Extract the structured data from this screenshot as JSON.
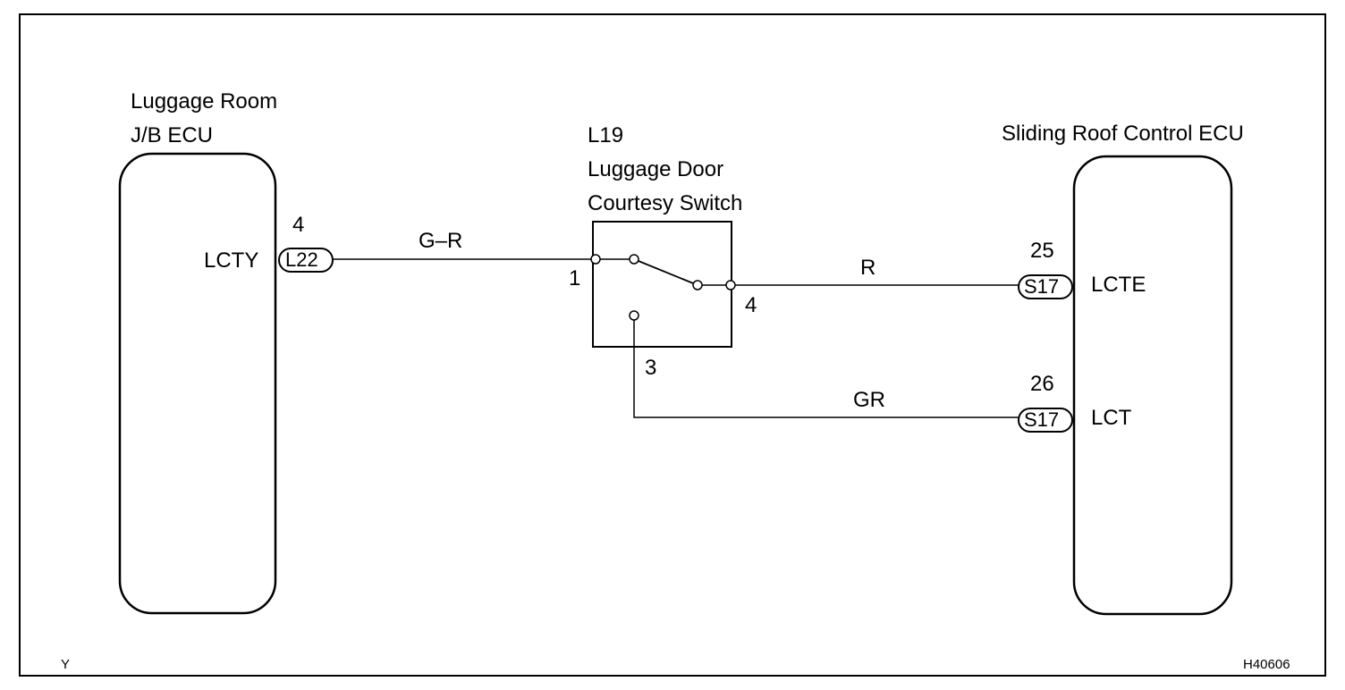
{
  "left_ecu": {
    "name_line1": "Luggage Room",
    "name_line2": "J/B ECU",
    "terminal": "LCTY",
    "pin": "4",
    "connector": "L22"
  },
  "switch": {
    "code": "L19",
    "name_line1": "Luggage Door",
    "name_line2": "Courtesy Switch",
    "pin1": "1",
    "pin3": "3",
    "pin4": "4"
  },
  "right_ecu": {
    "name": "Sliding Roof Control ECU",
    "terminal_a": "LCTE",
    "pin_a": "25",
    "connector_a": "S17",
    "terminal_b": "LCT",
    "pin_b": "26",
    "connector_b": "S17"
  },
  "wires": {
    "left_wire": "G–R",
    "right_top_wire": "R",
    "right_bottom_wire": "GR"
  },
  "footer": {
    "corner_left": "Y",
    "figure_code": "H40606"
  }
}
